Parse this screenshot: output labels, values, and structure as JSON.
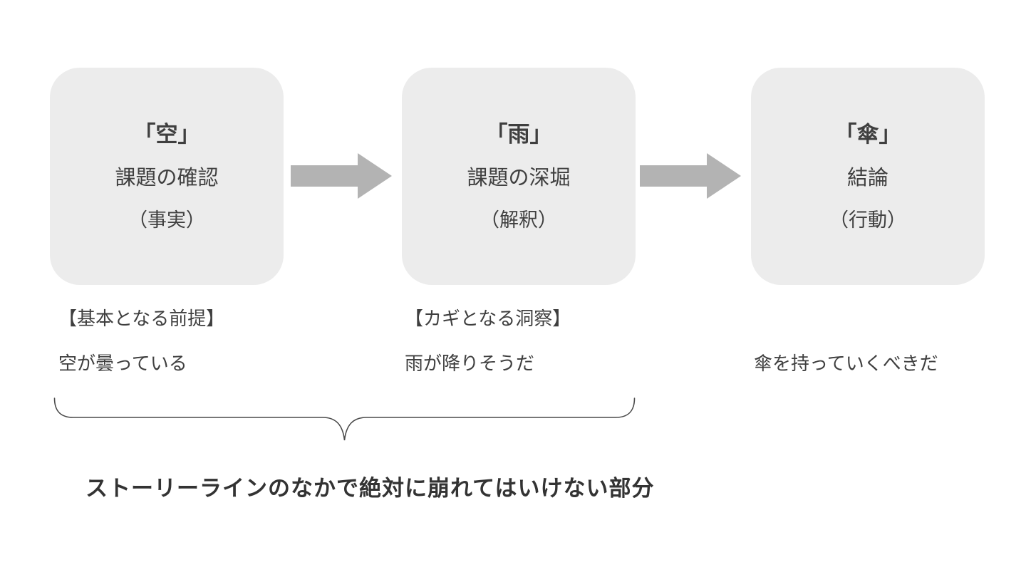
{
  "diagram": {
    "boxes": [
      {
        "title": "「空」",
        "subtitle": "課題の確認",
        "label": "（事実）"
      },
      {
        "title": "「雨」",
        "subtitle": "課題の深堀",
        "label": "（解釈）"
      },
      {
        "title": "「傘」",
        "subtitle": "結論",
        "label": "（行動）"
      }
    ],
    "notes": [
      {
        "heading": "【基本となる前提】",
        "body": "空が曇っている"
      },
      {
        "heading": "【カギとなる洞察】",
        "body": "雨が降りそうだ"
      },
      {
        "body": "傘を持っていくべきだ"
      }
    ],
    "brace_caption": "ストーリーラインのなかで絶対に崩れてはいけない部分",
    "colors": {
      "box_bg": "#ececec",
      "arrow": "#b3b3b3",
      "text": "#3f3f3f"
    }
  }
}
